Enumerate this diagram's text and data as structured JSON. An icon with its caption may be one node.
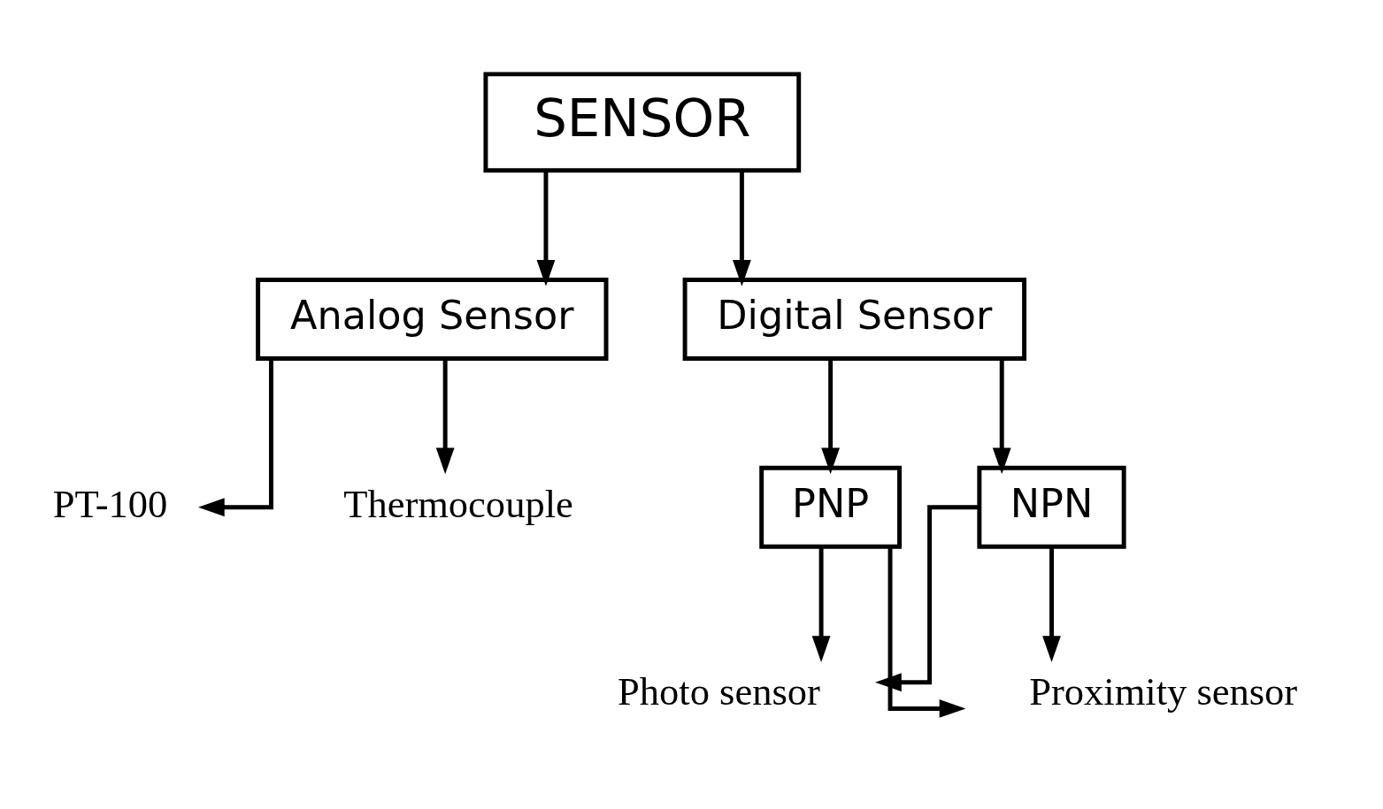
{
  "diagram": {
    "nodes": [
      {
        "text": [
          "SENSOR"
        ]
      },
      {
        "text": [
          "Analog Sensor"
        ]
      },
      {
        "text": [
          "Digital Sensor"
        ]
      },
      {
        "text": [
          "PT-100"
        ]
      },
      {
        "text": [
          "Thermocouple"
        ]
      },
      {
        "text": [
          "PNP"
        ]
      },
      {
        "text": [
          "NPN"
        ]
      },
      {
        "text": [
          "Photo sensor"
        ]
      },
      {
        "text": [
          "Proximity sensor"
        ]
      }
    ],
    "edges": [
      {
        "from": 0,
        "to": 1,
        "arrow": "to"
      },
      {
        "from": 0,
        "to": 2,
        "arrow": "to"
      },
      {
        "from": 1,
        "to": 3,
        "arrow": "to"
      },
      {
        "from": 1,
        "to": 4,
        "arrow": "to"
      },
      {
        "from": 2,
        "to": 5,
        "arrow": "to"
      },
      {
        "from": 2,
        "to": 6,
        "arrow": "to"
      },
      {
        "from": 5,
        "to": 7,
        "arrow": "to"
      },
      {
        "from": 5,
        "to": 8,
        "arrow": "to"
      },
      {
        "from": 6,
        "to": 7,
        "arrow": "to"
      },
      {
        "from": 6,
        "to": 8,
        "arrow": "to"
      }
    ]
  }
}
